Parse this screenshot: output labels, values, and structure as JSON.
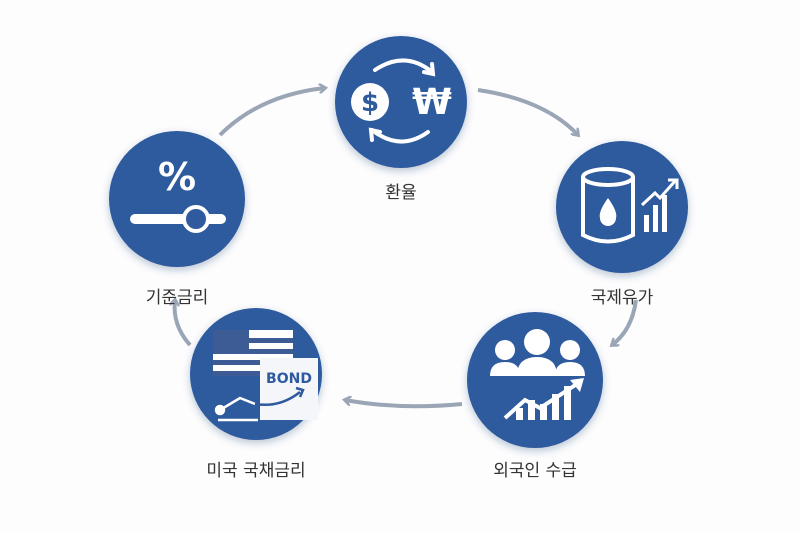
{
  "nodes": [
    {
      "label": "환율",
      "icon": "currency-exchange-icon",
      "symbols": [
        "$",
        "₩"
      ]
    },
    {
      "label": "국제유가",
      "icon": "oil-barrel-chart-icon"
    },
    {
      "label": "외국인 수급",
      "icon": "investors-growth-icon"
    },
    {
      "label": "미국 국채금리",
      "icon": "us-bond-icon",
      "badge": "BOND"
    },
    {
      "label": "기준금리",
      "icon": "percent-slider-icon",
      "symbol": "%"
    }
  ],
  "colors": {
    "circle": "#2f5a9e",
    "arrow": "#9aa5b5",
    "text": "#333333"
  }
}
